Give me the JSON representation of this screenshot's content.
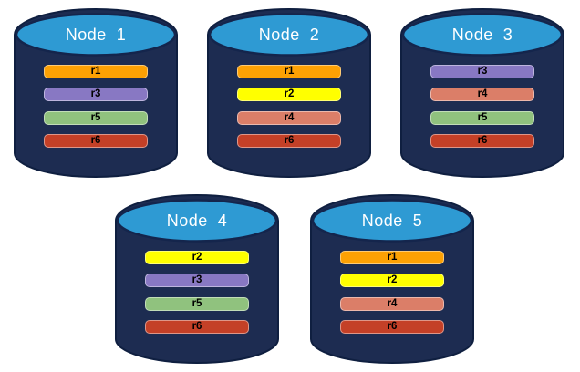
{
  "diagram": {
    "description": "Replica distribution across database nodes",
    "cylinder": {
      "body_color": "#1d2c51",
      "body_outline_color": "#0f1f40",
      "top_color": "#2e9ad3",
      "top_outline_color": "#14254c",
      "title_color": "#ffffff"
    },
    "replica_colors": {
      "r1": "#fda104",
      "r2": "#ffff00",
      "r3": "#8878c3",
      "r4": "#db7e68",
      "r5": "#90c27e",
      "r6": "#c44027"
    },
    "nodes": [
      {
        "name": "Node  1",
        "replicas": [
          {
            "label": "r1",
            "color": "#fda104"
          },
          {
            "label": "r3",
            "color": "#8878c3"
          },
          {
            "label": "r5",
            "color": "#90c27e"
          },
          {
            "label": "r6",
            "color": "#c44027"
          }
        ]
      },
      {
        "name": "Node  2",
        "replicas": [
          {
            "label": "r1",
            "color": "#fda104"
          },
          {
            "label": "r2",
            "color": "#ffff00"
          },
          {
            "label": "r4",
            "color": "#db7e68"
          },
          {
            "label": "r6",
            "color": "#c44027"
          }
        ]
      },
      {
        "name": "Node  3",
        "replicas": [
          {
            "label": "r3",
            "color": "#8878c3"
          },
          {
            "label": "r4",
            "color": "#db7e68"
          },
          {
            "label": "r5",
            "color": "#90c27e"
          },
          {
            "label": "r6",
            "color": "#c44027"
          }
        ]
      },
      {
        "name": "Node  4",
        "replicas": [
          {
            "label": "r2",
            "color": "#ffff00"
          },
          {
            "label": "r3",
            "color": "#8878c3"
          },
          {
            "label": "r5",
            "color": "#90c27e"
          },
          {
            "label": "r6",
            "color": "#c44027"
          }
        ]
      },
      {
        "name": "Node  5",
        "replicas": [
          {
            "label": "r1",
            "color": "#fda104"
          },
          {
            "label": "r2",
            "color": "#ffff00"
          },
          {
            "label": "r4",
            "color": "#db7e68"
          },
          {
            "label": "r6",
            "color": "#c44027"
          }
        ]
      }
    ]
  }
}
